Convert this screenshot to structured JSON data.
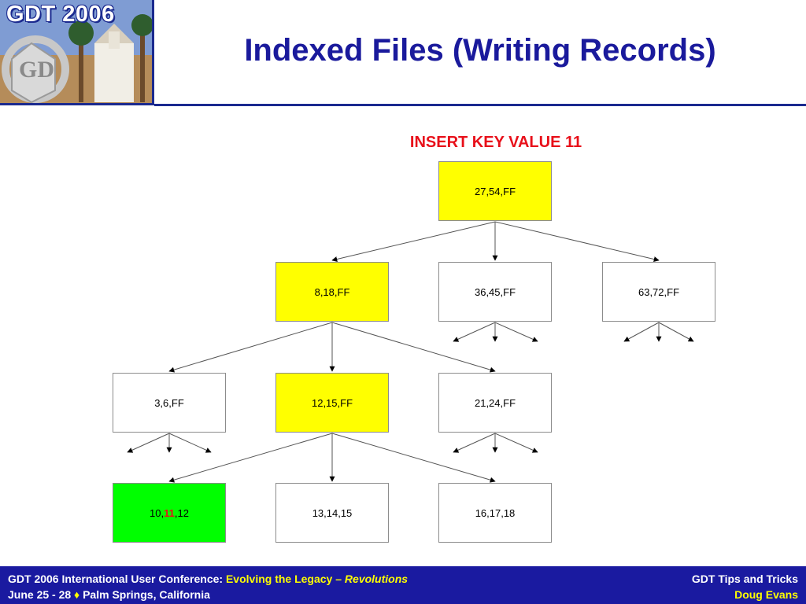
{
  "logo": {
    "text": "GDT 2006"
  },
  "slide": {
    "title": "Indexed Files (Writing Records)"
  },
  "diagram": {
    "heading": "INSERT KEY VALUE 11",
    "nodes": {
      "root": "27,54,FF",
      "l1a": "8,18,FF",
      "l1b": "36,45,FF",
      "l1c": "63,72,FF",
      "l2a": "3,6,FF",
      "l2b": "12,15,FF",
      "l2c": "21,24,FF",
      "l3a_pre": "10,",
      "l3a_key": "11",
      "l3a_post": ",12",
      "l3b": "13,14,15",
      "l3c": "16,17,18"
    },
    "colors": {
      "highlight_path": "#ffff00",
      "target": "#00ff00",
      "inserted_key": "#e8101a"
    }
  },
  "footer": {
    "conf_label": "GDT 2006 International User Conference:",
    "conf_theme": "Evolving the Legacy –",
    "conf_theme_italic": "Revolutions",
    "date": "June 25 - 28",
    "bullet": "♦",
    "location": "Palm Springs, California",
    "topic": "GDT Tips and Tricks",
    "presenter": "Doug Evans"
  }
}
